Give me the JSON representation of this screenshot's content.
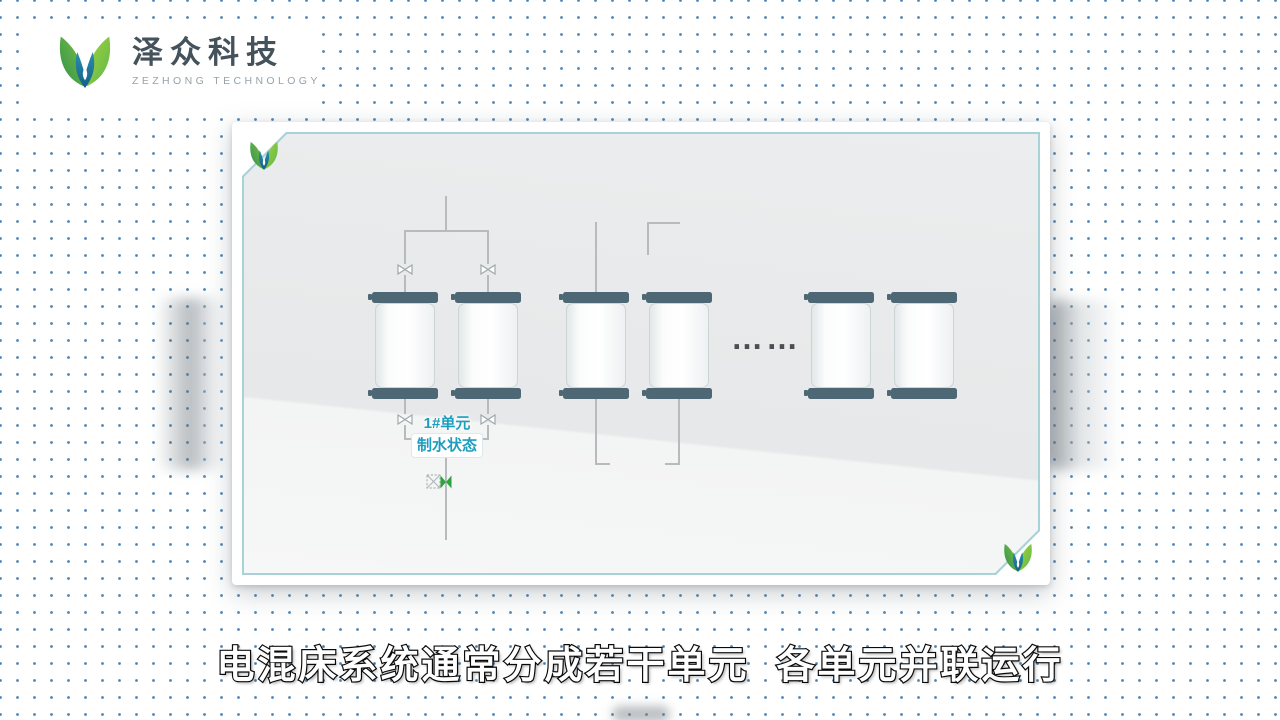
{
  "brand": {
    "name": "泽众科技",
    "subtitle": "ZEZHONG TECHNOLOGY"
  },
  "diagram": {
    "unit_label": [
      "1#单元",
      "制水状态"
    ],
    "ellipsis": "……"
  },
  "caption": "电混床系统通常分成若干单元  各单元并联运行",
  "icons": {
    "brand_logo": "lotus-leaves-with-water-drop",
    "valve": "bowtie-manual-valve",
    "instrument": "dashed-box-valve-with-green-indicator"
  },
  "colors": {
    "dot": "#2e6ea5",
    "brand_text": "#44525c",
    "card_border": "#a9d2d8",
    "pipe": "#b6bcbd",
    "vessel_cap": "#4d6874",
    "label_teal": "#1e9dbe",
    "valve_green": "#2da33c"
  }
}
